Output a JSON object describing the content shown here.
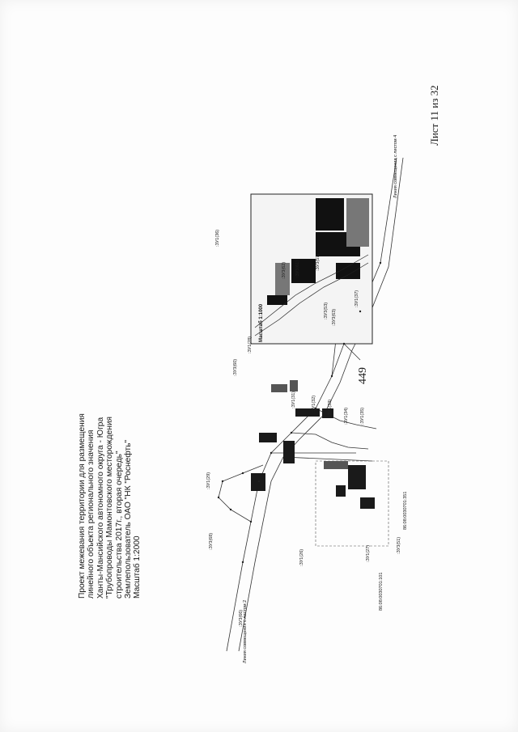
{
  "page_number": "449",
  "sheet_label": "Лист 11 из 32",
  "title_lines": [
    "Проект межевания территории для размещения",
    "линейного объекта регионального значения",
    "Ханты-Мансийского автономного округа - Югра",
    "\"Трубопроводы Мамонтовского месторождения",
    "строительства 2017г., вторая очередь\"",
    "Землепользователь ОАО \"НК \"Роснефть\"",
    "Масштаб 1:2000"
  ],
  "drawing": {
    "inset_scale": "Масштаб 1:1000",
    "match_line_top": "Линия совмещения с листом 4",
    "match_line_bottom": "Линия совмещения с листом 2",
    "cadastral_1": "86:08:0030701:101",
    "cadastral_2": "86:08:0030701:351",
    "plot_labels": [
      ":ЗУ3(66)",
      ":ЗУ3(68)",
      ":ЗУ1(29)",
      ":ЗУ1(26)",
      ":ЗУ1(27)",
      ":ЗУ3(51)",
      ":ЗУ1(35)",
      ":ЗУ1(34)",
      ":ЗУ1(33)",
      ":ЗУ1(32)",
      ":ЗУ1(31)",
      ":ЗУ3(60)",
      ":ЗУ1(28)",
      ":ЗУ3(62)",
      ":ЗУ3(63)",
      ":ЗУ3(61)",
      ":ЗУ1(36)",
      ":ЗУ3(53)",
      ":ЗУ1(37)",
      ":ЗУ3(57)"
    ]
  }
}
